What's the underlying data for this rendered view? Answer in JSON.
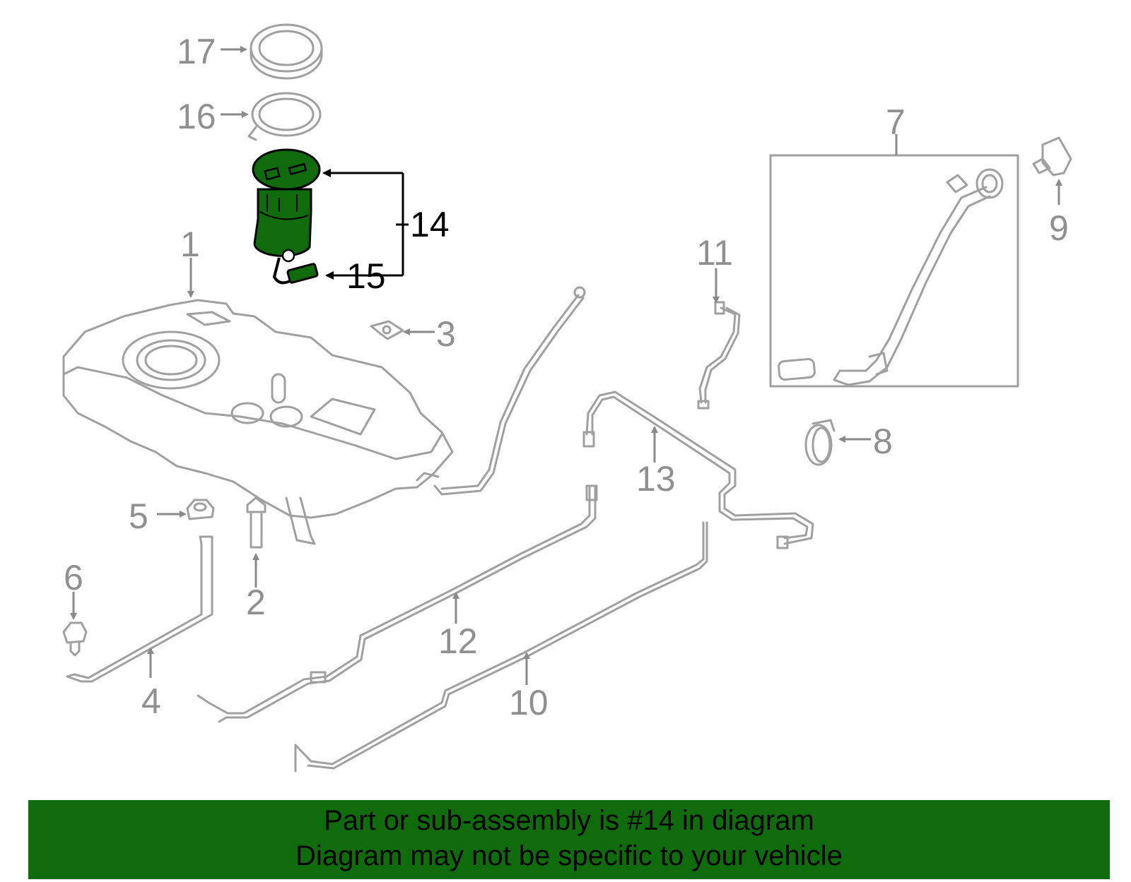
{
  "callouts": {
    "c1": "1",
    "c2": "2",
    "c3": "3",
    "c4": "4",
    "c5": "5",
    "c6": "6",
    "c7": "7",
    "c8": "8",
    "c9": "9",
    "c10": "10",
    "c11": "11",
    "c12": "12",
    "c13": "13",
    "c14": "14",
    "c15": "15",
    "c16": "16",
    "c17": "17"
  },
  "highlight": {
    "part": "14",
    "color": "#0f6b0c"
  },
  "colors": {
    "line": "#a0a0a0",
    "label": "#909090",
    "highlight_label": "#000000",
    "banner": "#0f6b0c"
  },
  "banner": {
    "line1": "Part or sub-assembly is #14 in diagram",
    "line2": "Diagram may not be specific to your vehicle"
  }
}
